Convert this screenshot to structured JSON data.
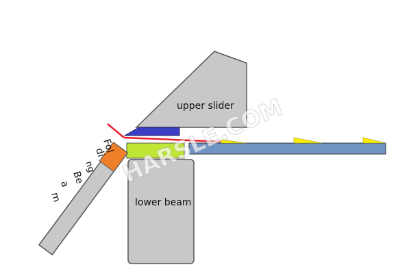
{
  "labels": {
    "upper_slider": "upper slider",
    "lower_beam": "lower beam",
    "folding_beam_1": "Fol",
    "folding_beam_2": "di",
    "folding_beam_3": "ng",
    "folding_beam_4": "Be",
    "folding_beam_5": "a",
    "folding_beam_6": "m"
  },
  "watermark": "HARSLE.COM",
  "colors": {
    "body_gray": "#c8c8c8",
    "outline": "#555555",
    "clamp_blue": "#3a3fc4",
    "lime_block": "#bfe635",
    "sheet_blue": "#6f93c3",
    "orange_block": "#f07f2a",
    "red_line": "#e8202a",
    "marker_yellow": "#ffee00"
  }
}
